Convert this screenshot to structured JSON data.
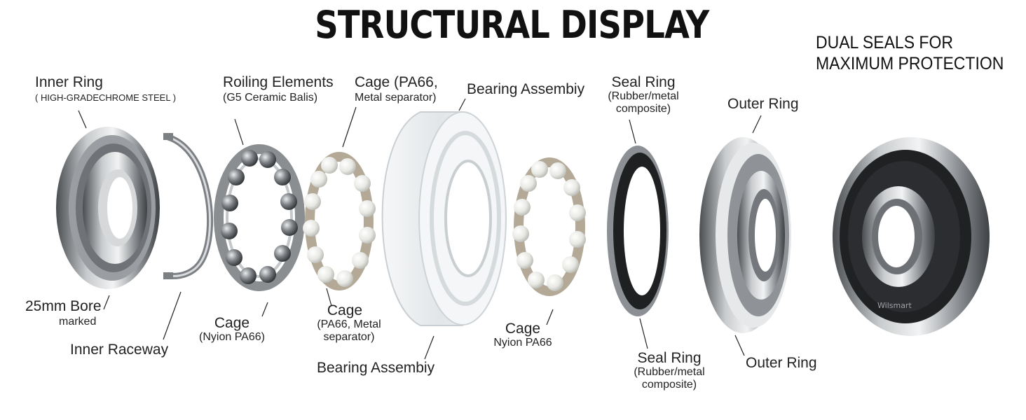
{
  "title": "STRUCTURAL DISPLAY",
  "tagline": {
    "line1": "DUAL SEALS FOR",
    "line2": "MAXIMUM PROTECTION"
  },
  "labels": {
    "inner_ring": {
      "name": "Inner Ring",
      "detail": "( HIGH-GRADECHROME STEEL )"
    },
    "rolling_elements": {
      "name": "Roiling Elements",
      "detail": "(G5 Ceramic Balis)"
    },
    "cage_top": {
      "line1": "Cage (PA66,",
      "line2": "Metal separator)"
    },
    "bearing_assembly_top": "Bearing Assembiy",
    "seal_ring_top": {
      "name": "Seal Ring",
      "line2": "(Rubber/metal",
      "line3": "composite)"
    },
    "outer_ring_top": "Outer Ring",
    "bore": {
      "name": "25mm Bore",
      "detail": "marked"
    },
    "inner_raceway": "Inner Raceway",
    "cage_nylon_left": {
      "name": "Cage",
      "detail": "(Nyion PA66)"
    },
    "cage_pa66_bottom": {
      "name": "Cage",
      "line2": "(PA66, Metal",
      "line3": "separator)"
    },
    "bearing_assembly_bottom": "Bearing Assembiy",
    "cage_nylon_right": {
      "name": "Cage",
      "detail": "Nyion PA66"
    },
    "seal_ring_bottom": {
      "name": "Seal Ring",
      "line2": "(Rubber/metal",
      "line3": "composite)"
    },
    "outer_ring_bottom": "Outer Ring"
  },
  "brand_mark": "Wilsmart",
  "colors": {
    "steel_dark": "#5a5d60",
    "steel_light": "#dfe1e3",
    "seal_black": "#1d1e20",
    "ceramic_ball": "#f2f2ef",
    "cage_bronze": "#b8ad9c",
    "clear_shell": "#e9ecee"
  }
}
